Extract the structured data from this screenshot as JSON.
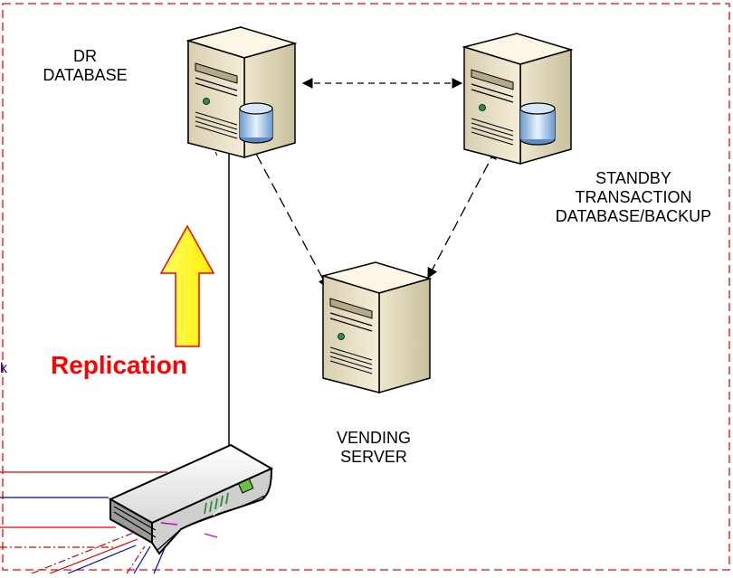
{
  "nodes": {
    "dr_database": {
      "lines": [
        "DR",
        "DATABASE"
      ]
    },
    "standby": {
      "lines": [
        "STANDBY",
        "TRANSACTION",
        "DATABASE/BACKUP"
      ]
    },
    "vending": {
      "lines": [
        "VENDING",
        "SERVER"
      ]
    }
  },
  "replication": {
    "label": "Replication",
    "arrow_color": "#ffff00",
    "text_color": "#ff0000"
  },
  "edge_fragment": "k",
  "colors": {
    "boundary": "#ff0000",
    "server_body": "#efe6c8",
    "link_red": "#e00000",
    "link_blue": "#0000cc"
  }
}
